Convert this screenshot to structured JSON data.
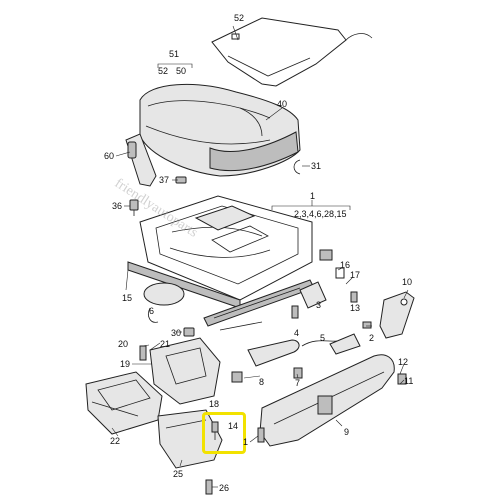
{
  "watermark": "friendlyautoparts",
  "highlight_color": "#f2e200",
  "callouts": {
    "c52_top": "52",
    "c51": "51",
    "c52": "52",
    "c50": "50",
    "c40": "40",
    "c60": "60",
    "c31": "31",
    "c37": "37",
    "c36": "36",
    "c1": "1",
    "c1_group": "2,3,4,6,28,15",
    "c16": "16",
    "c17": "17",
    "c10": "10",
    "c15": "15",
    "c6": "6",
    "c3": "3",
    "c13": "13",
    "c30": "30",
    "c4": "4",
    "c5": "5",
    "c2": "2",
    "c7": "7",
    "c12": "12",
    "c11": "11",
    "c20": "20",
    "c21": "21",
    "c19": "19",
    "c8": "8",
    "c18": "18",
    "c14": "14",
    "c22": "22",
    "c9": "9",
    "c1b": "1",
    "c25": "25",
    "c26": "26"
  }
}
